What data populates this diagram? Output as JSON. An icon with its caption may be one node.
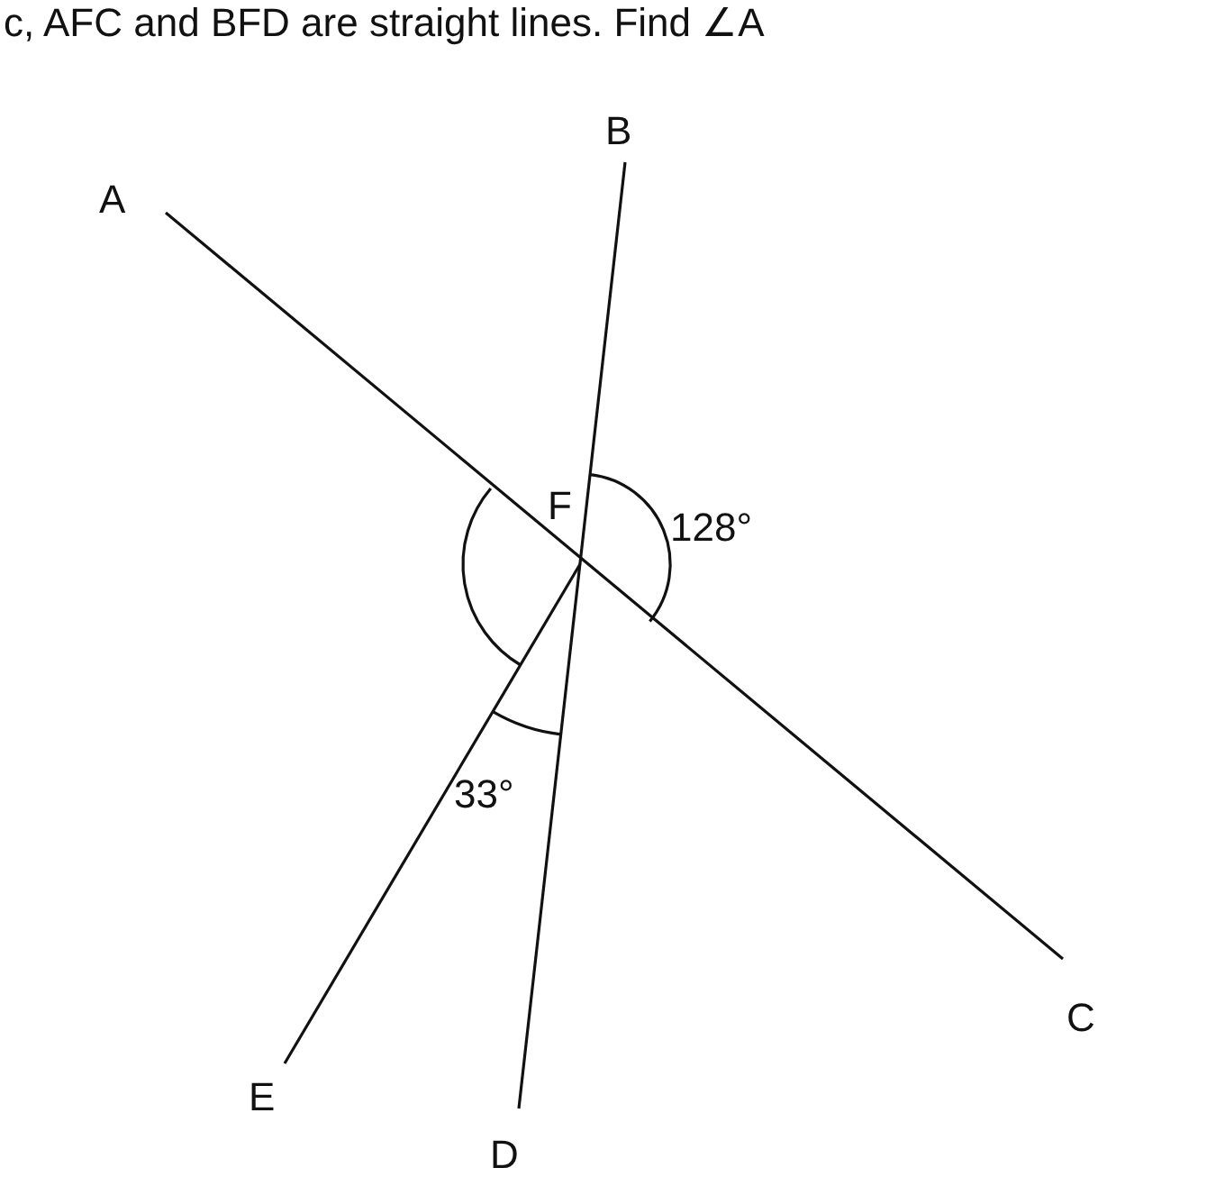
{
  "diagram": {
    "title": "c, AFC and BFD are straight lines. Find ∠A",
    "labels": [
      "A",
      "B",
      "F",
      "128°",
      "33°",
      "E",
      "D",
      "C"
    ]
  }
}
